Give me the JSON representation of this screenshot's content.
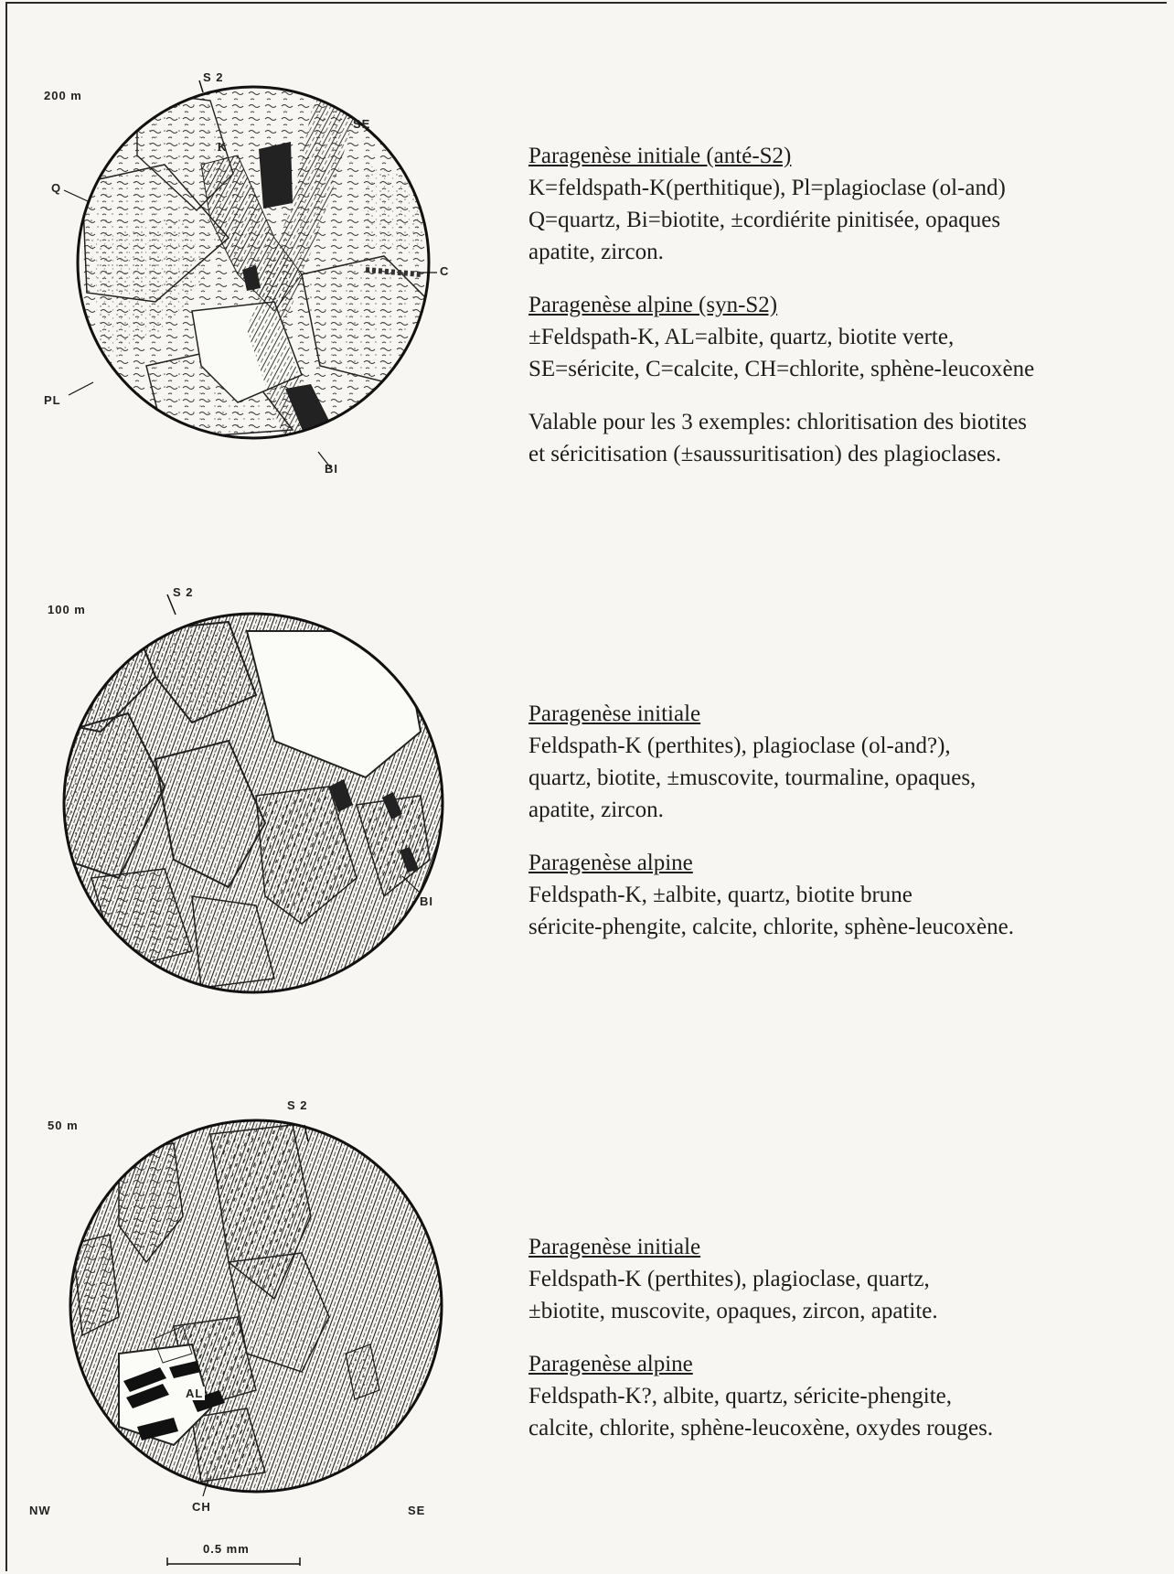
{
  "panels": [
    {
      "depth": "200 m",
      "labels": {
        "s2": "S 2",
        "se": "SE",
        "k": "K",
        "q": "Q",
        "c": "C",
        "pl": "PL",
        "bi": "BI"
      },
      "text": {
        "h1": "Paragenèse initiale (anté-S2)",
        "l1": "K=feldspath-K(perthitique), Pl=plagioclase (ol-and)",
        "l2": "Q=quartz, Bi=biotite, ±cordiérite pinitisée, opaques",
        "l3": "apatite, zircon.",
        "h2": "Paragenèse alpine (syn-S2)",
        "l4": "±Feldspath-K, AL=albite, quartz, biotite verte,",
        "l5": "SE=séricite, C=calcite, CH=chlorite, sphène-leucoxène",
        "l6": "Valable pour les 3 exemples: chloritisation des biotites",
        "l7": "et séricitisation (±saussuritisation) des plagioclases."
      }
    },
    {
      "depth": "100 m",
      "labels": {
        "s2": "S 2",
        "bi": "BI"
      },
      "text": {
        "h1": "Paragenèse initiale",
        "l1": "Feldspath-K (perthites), plagioclase (ol-and?),",
        "l2": "quartz, biotite, ±muscovite, tourmaline, opaques,",
        "l3": "apatite, zircon.",
        "h2": "Paragenèse alpine",
        "l4": "Feldspath-K, ±albite, quartz, biotite brune",
        "l5": "séricite-phengite, calcite, chlorite, sphène-leucoxène."
      }
    },
    {
      "depth": "50 m",
      "labels": {
        "s2": "S 2",
        "al": "AL",
        "ch": "CH",
        "nw": "NW",
        "se": "SE"
      },
      "text": {
        "h1": "Paragenèse initiale",
        "l1": "Feldspath-K (perthites), plagioclase, quartz,",
        "l2": "±biotite, muscovite, opaques, zircon, apatite.",
        "h2": "Paragenèse alpine",
        "l3": "Feldspath-K?, albite, quartz, séricite-phengite,",
        "l4": "calcite, chlorite, sphène-leucoxène, oxydes rouges."
      }
    }
  ],
  "scale_bar": "0.5 mm"
}
